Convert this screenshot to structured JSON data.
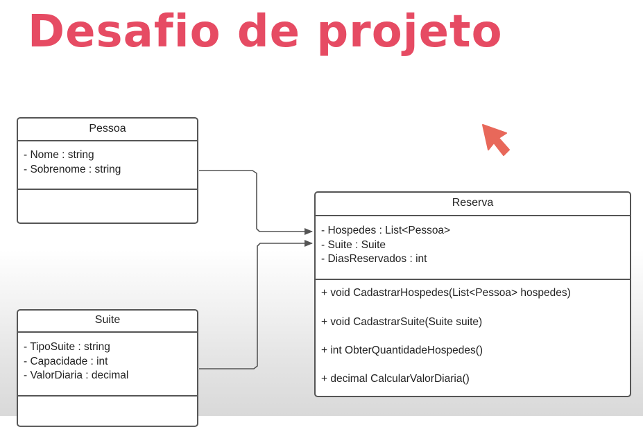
{
  "slide": {
    "title": "Desafio de projeto"
  },
  "classes": {
    "pessoa": {
      "name": "Pessoa",
      "attributes": [
        "- Nome : string",
        "- Sobrenome : string"
      ],
      "methods": []
    },
    "suite": {
      "name": "Suite",
      "attributes": [
        "- TipoSuite : string",
        "- Capacidade : int",
        "- ValorDiaria : decimal"
      ],
      "methods": []
    },
    "reserva": {
      "name": "Reserva",
      "attributes": [
        "- Hospedes : List<Pessoa>",
        "- Suite : Suite",
        "- DiasReservados : int"
      ],
      "methods": [
        "+ void CadastrarHospedes(List<Pessoa> hospedes)",
        "+ void CadastrarSuite(Suite suite)",
        "+ int ObterQuantidadeHospedes()",
        "+ decimal CalcularValorDiaria()"
      ]
    }
  },
  "connectors": [
    {
      "from": "Pessoa",
      "to": "Reserva",
      "type": "association-arrow"
    },
    {
      "from": "Suite",
      "to": "Reserva",
      "type": "association-arrow"
    }
  ],
  "colors": {
    "title": "#e64b63",
    "cursor": "#e8685a",
    "border": "#555555"
  },
  "icons": {
    "cursor": "pointer-arrow-icon"
  }
}
